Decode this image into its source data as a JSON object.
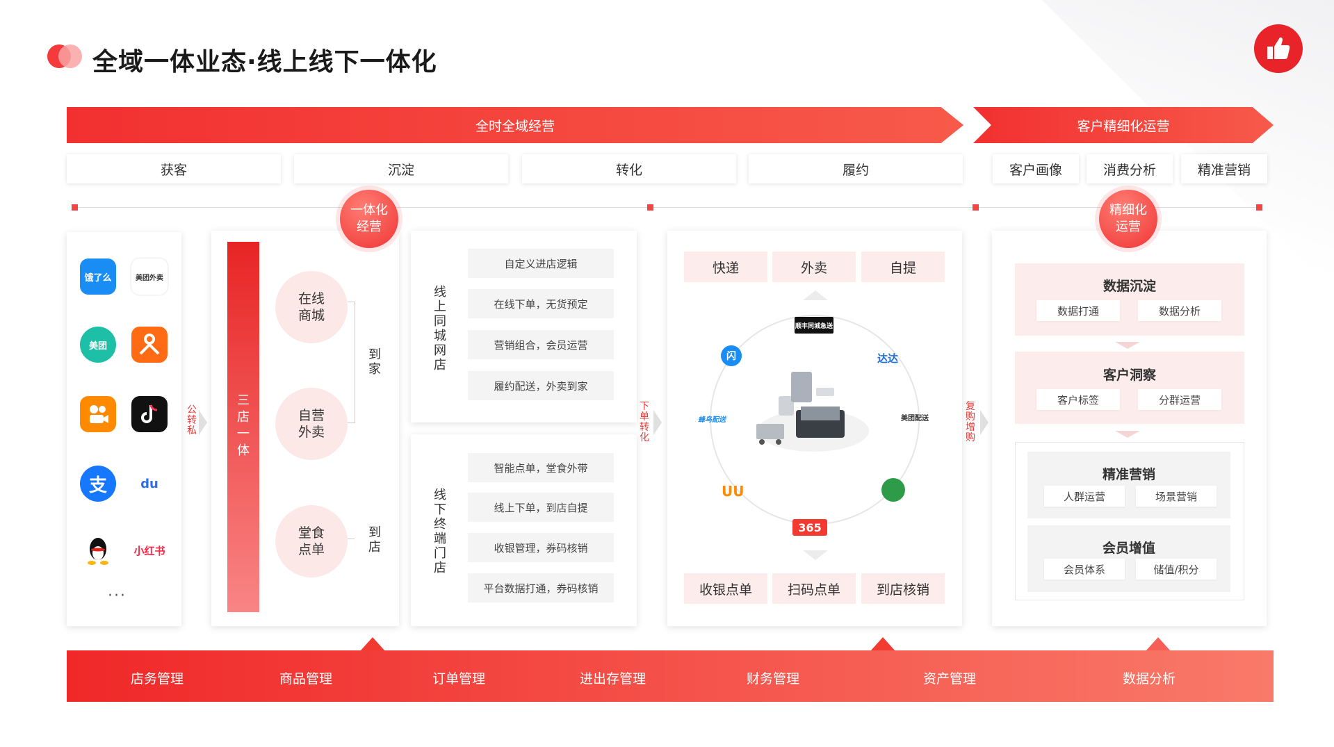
{
  "title": "全域一体业态·线上线下一体化",
  "top_bars": {
    "left": "全时全域经营",
    "right": "客户精细化运营"
  },
  "stages": [
    "获客",
    "沉淀",
    "转化",
    "履约",
    "客户画像",
    "消费分析",
    "精准营销"
  ],
  "bubbles": {
    "left": "一体化\n经营",
    "right": "精细化\n运营"
  },
  "apps": {
    "eleme": "饿了么",
    "meituan_waimai": "美团外卖",
    "meituan": "美团",
    "dianping": "大众点评",
    "kuaishou": "快手",
    "douyin": "抖音",
    "alipay": "支",
    "baidu": "du",
    "qq": "QQ",
    "xiaohongshu": "小红书",
    "more": "···"
  },
  "side_labels": {
    "private": "公\n转\n私",
    "order": "下\n单\n转\n化",
    "repurchase": "复\n购\n增\n购"
  },
  "store_panel": {
    "bar": "三\n店\n一\n体",
    "circles": [
      "在线\n商城",
      "自营\n外卖",
      "堂食\n点单"
    ],
    "dao_jia": "到\n家",
    "dao_dian": "到\n店"
  },
  "online_store": {
    "label": "线\n上\n同\n城\n网\n店",
    "items": [
      "自定义进店逻辑",
      "在线下单，无货预定",
      "营销组合，会员运营",
      "履约配送，外卖到家"
    ]
  },
  "offline_store": {
    "label": "线\n下\n终\n端\n门\n店",
    "items": [
      "智能点单，堂食外带",
      "线上下单，到店自提",
      "收银管理，券码核销",
      "平台数据打通，券码核销"
    ]
  },
  "fulfillment": {
    "top_tabs": [
      "快递",
      "外卖",
      "自提"
    ],
    "bottom_tabs": [
      "收银点单",
      "扫码点单",
      "到店核销"
    ],
    "logos": {
      "sf": "顺丰同城急送",
      "dada": "达达",
      "mt": "美团配送",
      "fengniao": "蜂鸟配送",
      "uu": "UU",
      "s365": "365",
      "flash": "闪"
    }
  },
  "right_panel": {
    "blocks": [
      {
        "title": "数据沉淀",
        "buttons": [
          "数据打通",
          "数据分析"
        ]
      },
      {
        "title": "客户洞察",
        "buttons": [
          "客户标签",
          "分群运营"
        ]
      },
      {
        "title": "精准营销",
        "buttons": [
          "人群运营",
          "场景营销"
        ]
      },
      {
        "title": "会员增值",
        "buttons": [
          "会员体系",
          "储值/积分"
        ]
      }
    ]
  },
  "bottom_bar": [
    "店务管理",
    "商品管理",
    "订单管理",
    "进出存管理",
    "财务管理",
    "资产管理",
    "数据分析"
  ],
  "colors": {
    "accent": "#f23030",
    "light": "#fdecec"
  }
}
